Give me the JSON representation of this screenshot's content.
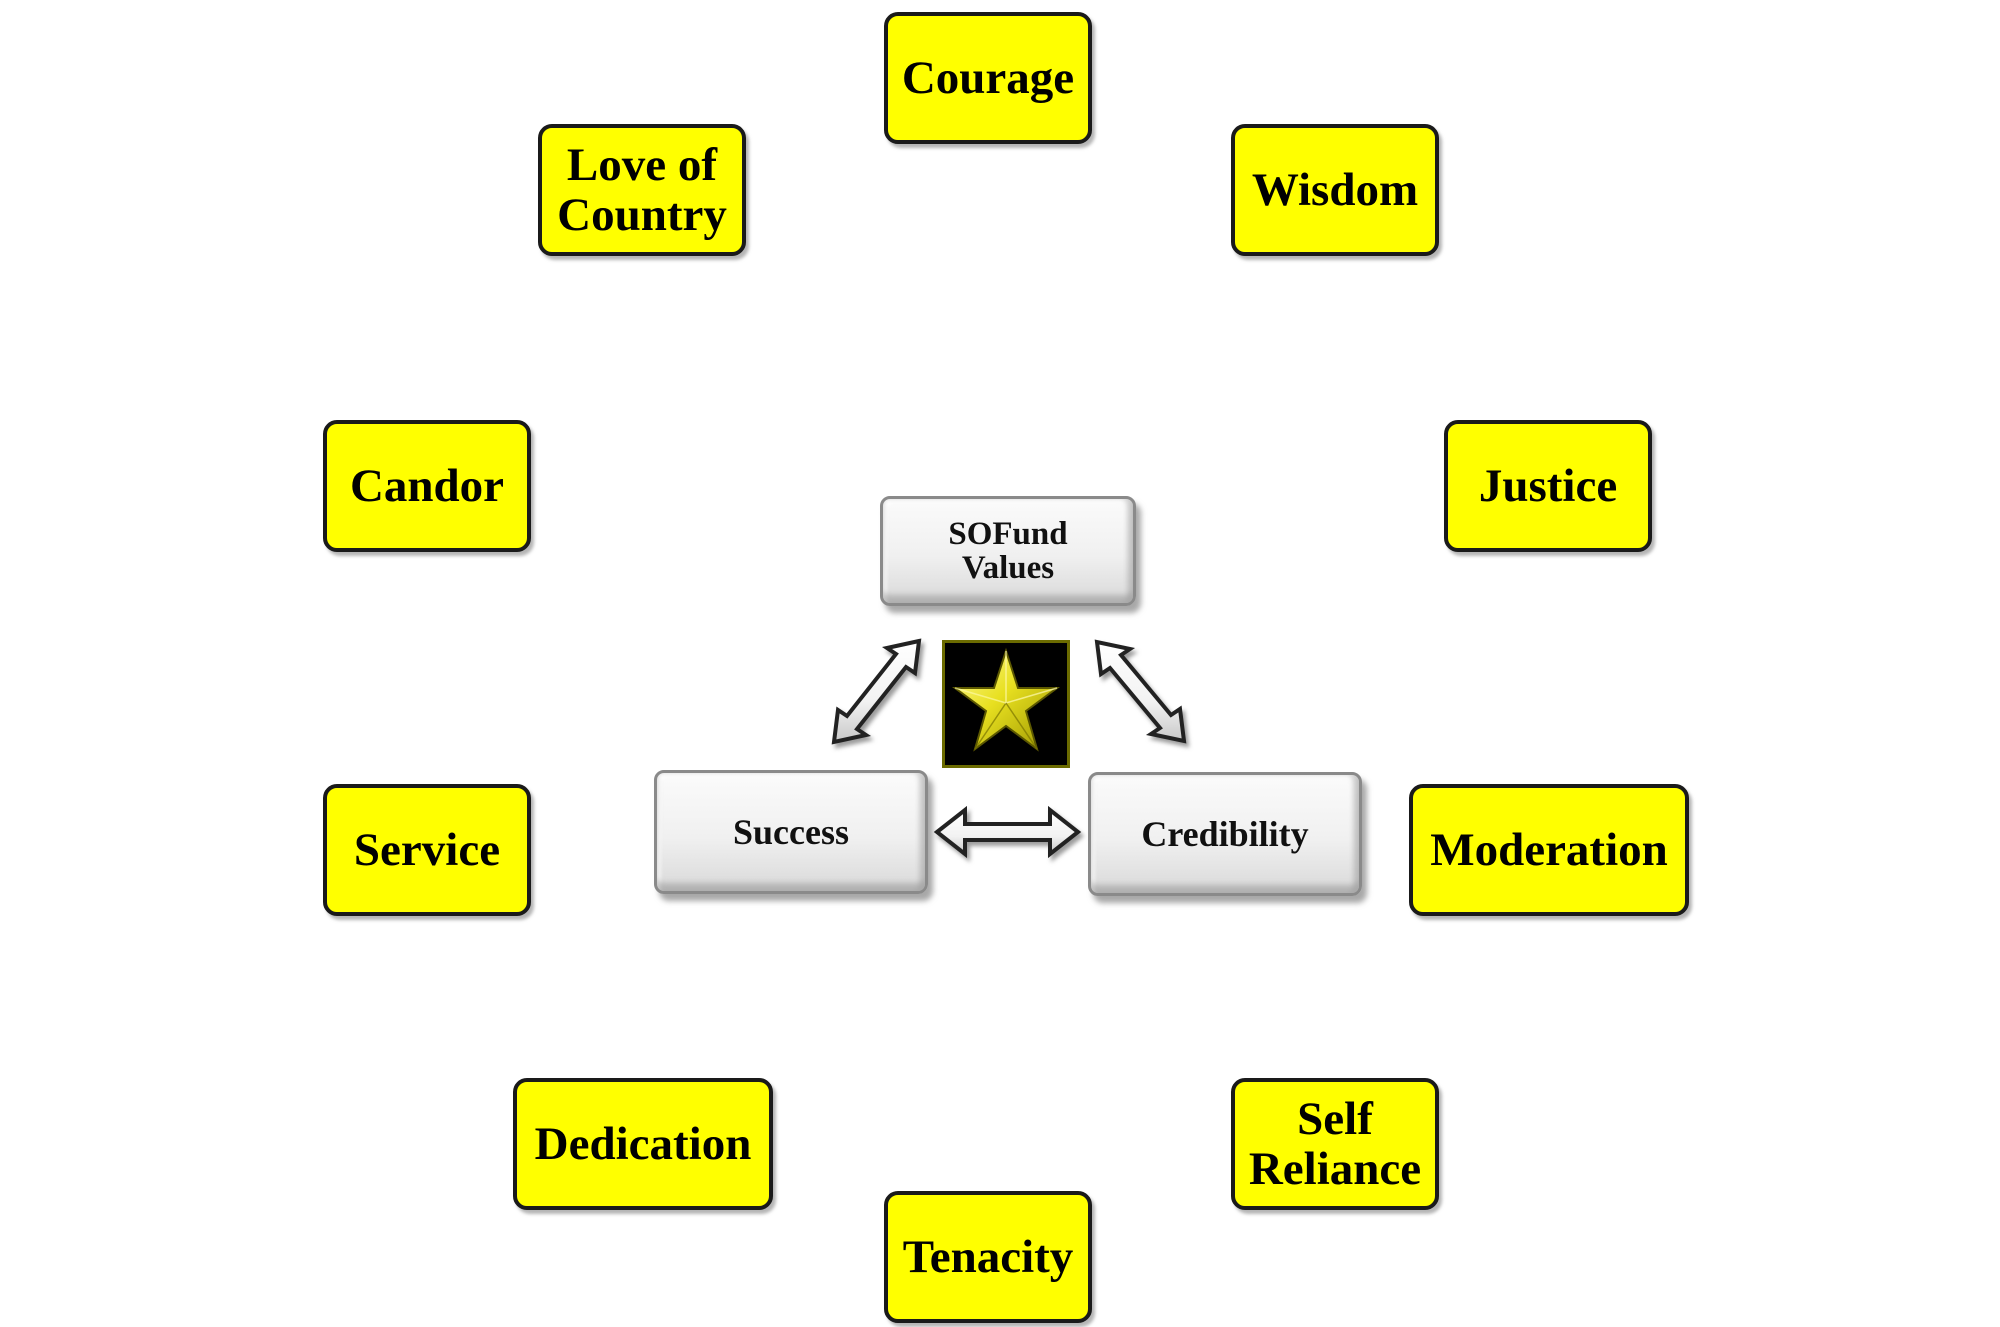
{
  "diagram": {
    "center": {
      "core_values": "SOFund\nValues",
      "success": "Success",
      "credibility": "Credibility",
      "emblem_icon": "gold-star-icon"
    },
    "values": [
      {
        "id": "courage",
        "label": "Courage"
      },
      {
        "id": "wisdom",
        "label": "Wisdom"
      },
      {
        "id": "love-of-country",
        "label": "Love of\nCountry"
      },
      {
        "id": "candor",
        "label": "Candor"
      },
      {
        "id": "justice",
        "label": "Justice"
      },
      {
        "id": "service",
        "label": "Service"
      },
      {
        "id": "moderation",
        "label": "Moderation"
      },
      {
        "id": "dedication",
        "label": "Dedication"
      },
      {
        "id": "self-reliance",
        "label": "Self\nReliance"
      },
      {
        "id": "tenacity",
        "label": "Tenacity"
      }
    ],
    "colors": {
      "value_box_fill": "#ffff00",
      "value_box_border": "#1a1a1a",
      "star_gold": "#e8e020",
      "emblem_background": "#000000"
    }
  }
}
